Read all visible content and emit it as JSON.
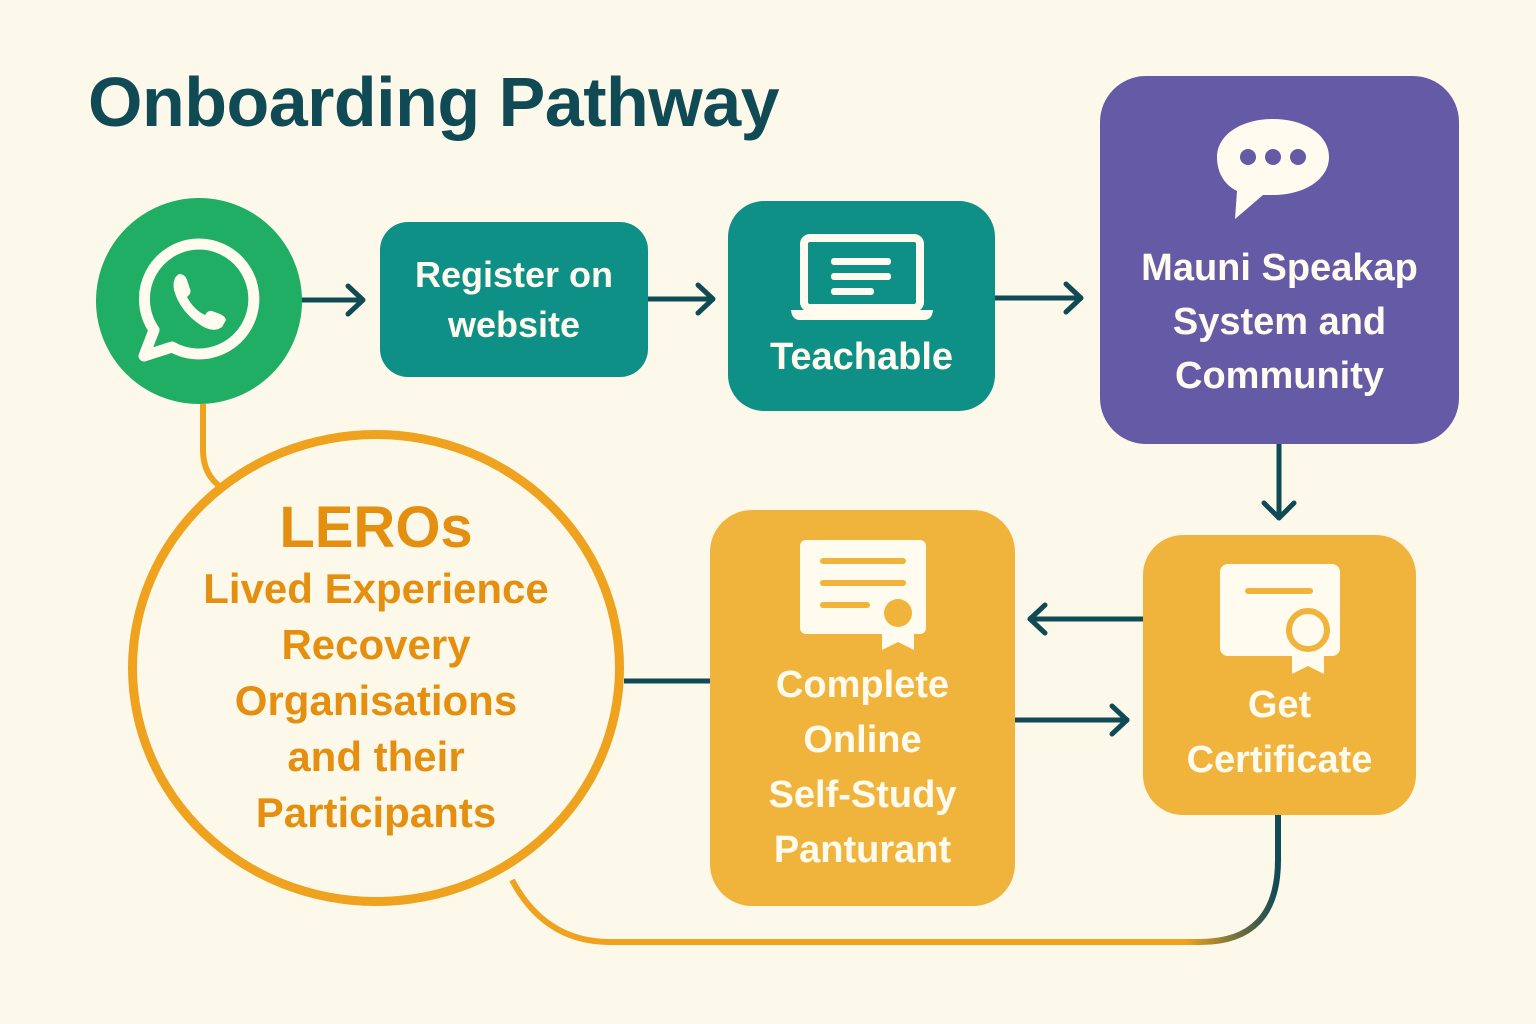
{
  "title": "Onboarding Pathway",
  "colors": {
    "background": "#fdf9ea",
    "title": "#0f4a55",
    "arrow": "#0f4a55",
    "whatsapp_green": "#1fae64",
    "teal": "#0e9086",
    "purple": "#645aa6",
    "amber": "#f0b43d",
    "orange_ring": "#eea21e",
    "orange_text": "#e58f10",
    "text_light": "#fffbee"
  },
  "nodes": {
    "whatsapp": {
      "icon": "whatsapp-icon"
    },
    "register": {
      "lines": [
        "Register on",
        "website"
      ]
    },
    "teachable": {
      "icon": "laptop-icon",
      "label": "Teachable"
    },
    "mauni": {
      "icon": "chat-bubble-icon",
      "lines": [
        "Mauni Speakap",
        "System and",
        "Community"
      ]
    },
    "get_certificate": {
      "icon": "certificate-icon",
      "lines": [
        "Get",
        "Certificate"
      ]
    },
    "complete": {
      "icon": "document-certificate-icon",
      "lines": [
        "Complete",
        "Online",
        "Self-Study",
        "Panturant"
      ]
    },
    "leros": {
      "heading": "LEROs",
      "lines": [
        "Lived Experience",
        "Recovery",
        "Organisations",
        "and their",
        "Participants"
      ]
    }
  }
}
